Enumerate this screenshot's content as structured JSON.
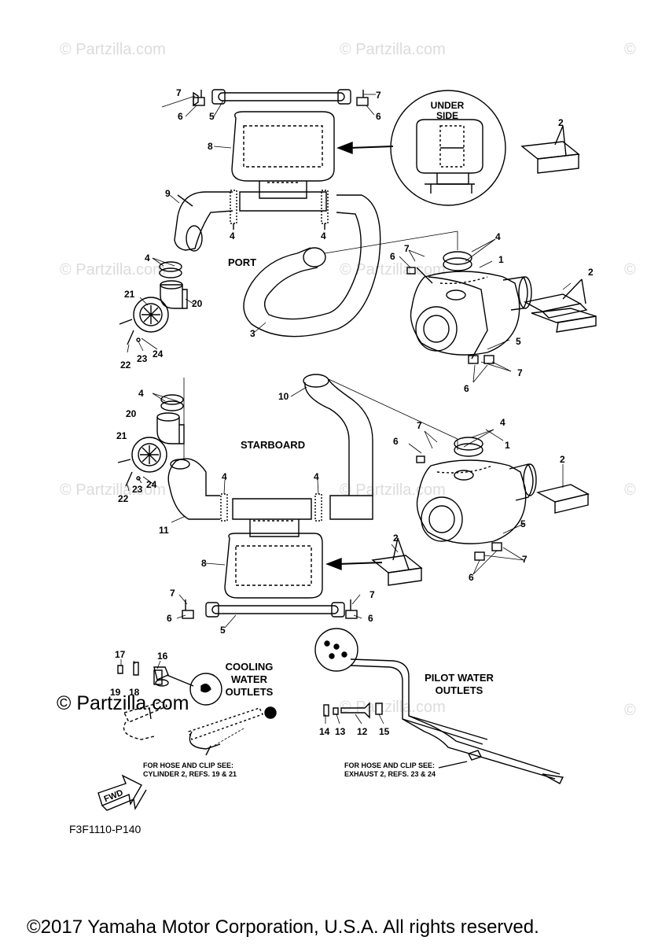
{
  "watermark": {
    "text": "© Partzilla.com",
    "symbol": "©"
  },
  "brand": "© Partzilla.com",
  "diagram_code": "F3F1110-P140",
  "copyright": "©2017  Yamaha Motor Corporation, U.S.A. All rights reserved.",
  "captions": {
    "underside": "UNDER SIDE",
    "port": "PORT",
    "starboard": "STARBOARD",
    "cooling": "COOLING WATER OUTLETS",
    "pilot": "PILOT WATER OUTLETS",
    "fwd": "FWD"
  },
  "notes": {
    "cylinder": "FOR HOSE AND CLIP SEE:\nCYLINDER 2, REFS. 19 & 21",
    "exhaust": "FOR HOSE AND CLIP SEE:\nEXHAUST 2, REFS. 23 & 24"
  },
  "callouts": {
    "p1": "1",
    "p2": "2",
    "p3": "3",
    "p4": "4",
    "p5": "5",
    "p6": "6",
    "p7": "7",
    "p8": "8",
    "p9": "9",
    "p10": "10",
    "p11": "11",
    "p12": "12",
    "p13": "13",
    "p14": "14",
    "p15": "15",
    "p16": "16",
    "p17": "17",
    "p18": "18",
    "p19": "19",
    "p20": "20",
    "p21": "21",
    "p22": "22",
    "p23": "23",
    "p24": "24"
  }
}
